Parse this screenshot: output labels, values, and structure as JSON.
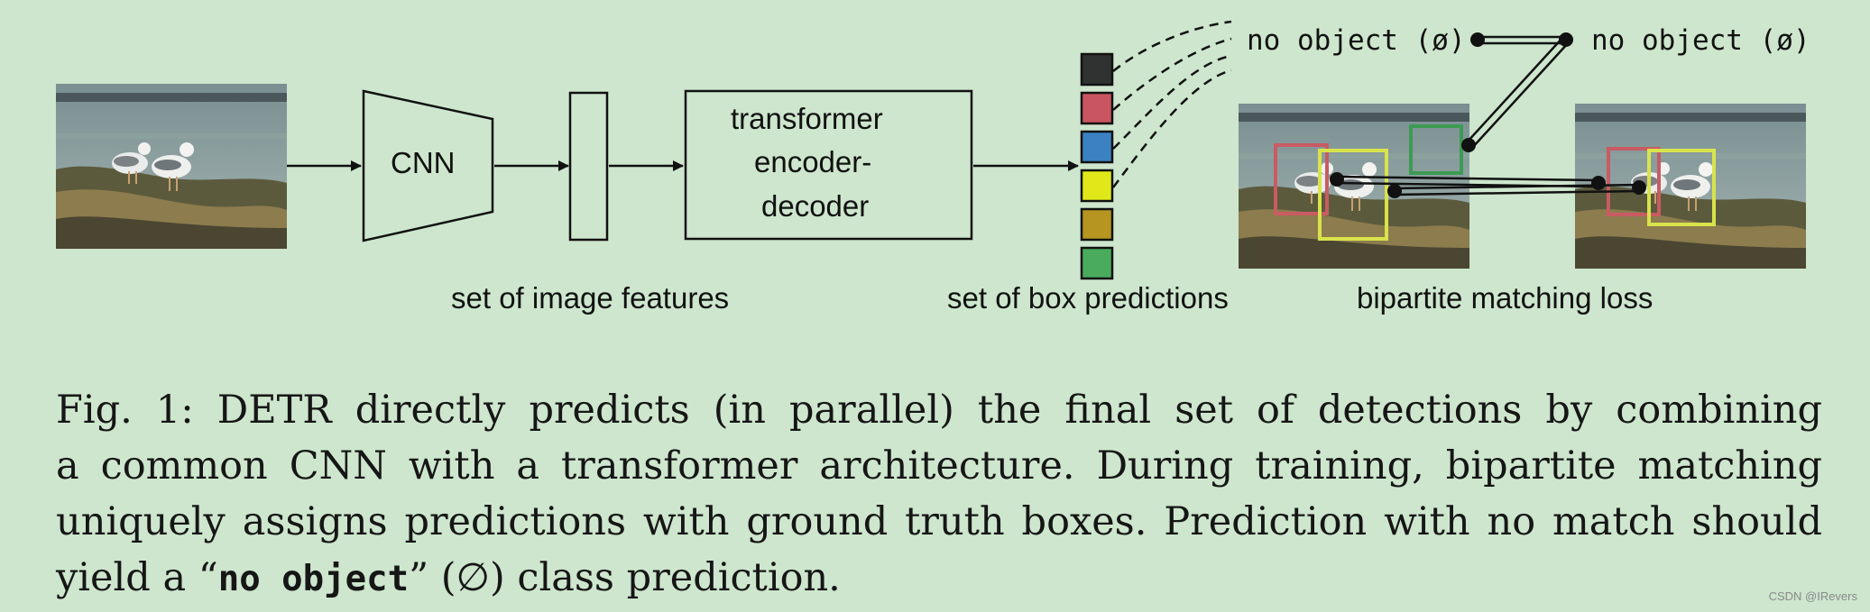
{
  "diagram": {
    "cnn_label": "CNN",
    "transformer_label_lines": [
      "transformer",
      "encoder-",
      "decoder"
    ],
    "features_caption": "set of image features",
    "predictions_caption": "set of box predictions",
    "matching_caption": "bipartite matching loss",
    "no_object_left": "no object (ø)",
    "no_object_right": "no object (ø)",
    "prediction_colors": [
      "#2f3230",
      "#c95560",
      "#3b82c3",
      "#e1e81a",
      "#b69521",
      "#4bab5c"
    ],
    "box_colors": {
      "red": "#c95b63",
      "yellow": "#d9e34b",
      "green": "#3c9b52"
    },
    "icons": [
      "input-image",
      "cnn-trapezoid",
      "feature-bar",
      "arrow-icon",
      "dashed-connector",
      "matching-link"
    ]
  },
  "caption": {
    "line1": "Fig. 1: DETR directly predicts (in parallel) the final set of detections by combining",
    "line2": "a common CNN with a transformer architecture. During training, bipartite matching",
    "line3": "uniquely assigns predictions with ground truth boxes. Prediction with no match should",
    "line4_prefix": "yield a “",
    "line4_mono": "no object",
    "line4_suffix": "” (∅) class prediction."
  },
  "watermark": "CSDN @IRevers"
}
